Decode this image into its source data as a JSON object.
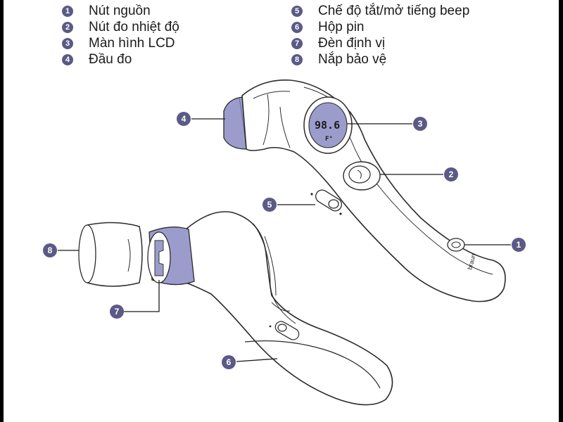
{
  "legend": [
    {
      "num": "1",
      "label": "Nút nguồn"
    },
    {
      "num": "2",
      "label": "Nút đo nhiệt độ"
    },
    {
      "num": "3",
      "label": "Màn hình LCD"
    },
    {
      "num": "4",
      "label": "Đầu đo"
    },
    {
      "num": "5",
      "label": "Chế độ tắt/mở tiếng beep"
    },
    {
      "num": "6",
      "label": "Hộp pin"
    },
    {
      "num": "7",
      "label": "Đèn định vị"
    },
    {
      "num": "8",
      "label": "Nắp bảo vệ"
    }
  ],
  "callouts": [
    "1",
    "2",
    "3",
    "4",
    "5",
    "6",
    "7",
    "8"
  ],
  "lcd": {
    "reading": "98.6",
    "unit": "F°"
  },
  "brand_text": "braun",
  "colors": {
    "accent": "#5b5a86",
    "probe": "#9c9ccc",
    "outline": "#2a2a2a",
    "body": "#ffffff"
  }
}
